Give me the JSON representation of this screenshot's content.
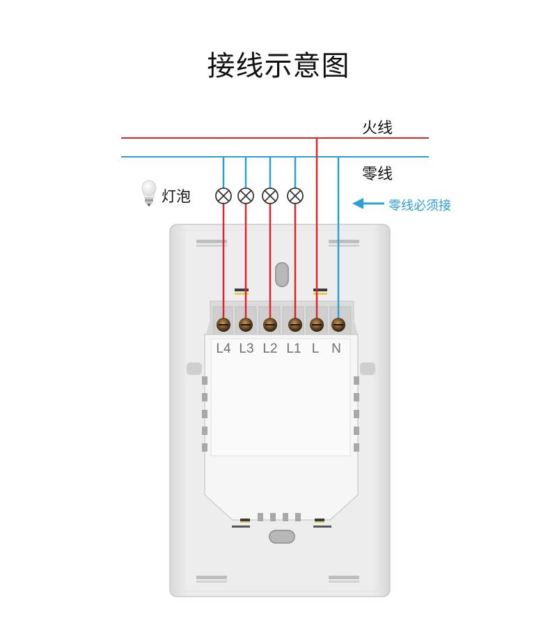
{
  "title": "接线示意图",
  "wires": {
    "live_label": "火线",
    "neutral_label": "零线",
    "neutral_hint": "零线必须接"
  },
  "bulb_label": "灯泡",
  "terminals": [
    "L4",
    "L3",
    "L2",
    "L1",
    "L",
    "N"
  ],
  "colors": {
    "live": "#e0242c",
    "neutral": "#2a9fd8",
    "plate": "#e6e6e6",
    "module": "#f4f4f4"
  }
}
